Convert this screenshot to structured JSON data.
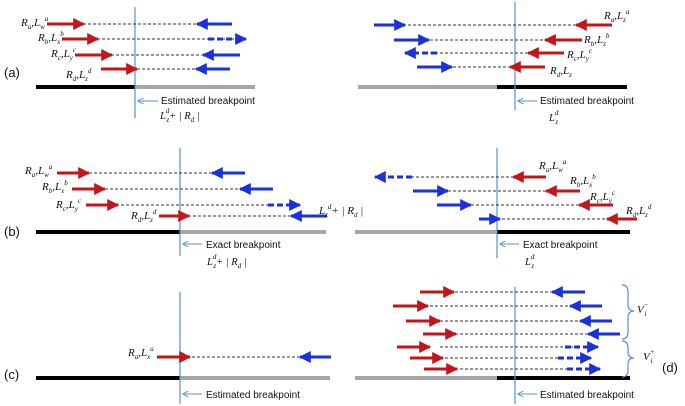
{
  "panels": {
    "a": "(a)",
    "b": "(b)",
    "c": "(c)",
    "d": "(d)"
  },
  "labels": {
    "Ra": "R",
    "Ra_sub": "a",
    "Rb": "R",
    "Rb_sub": "b",
    "Rc": "R",
    "Rc_sub": "c",
    "Rd": "R",
    "Rd_sub": "d",
    "L": "L",
    "Lw_sub": "w",
    "Lx_sub": "x",
    "Ly_sub": "y",
    "Lz_sub": "z",
    "sup_a": "a",
    "sup_b": "b",
    "sup_c": "c",
    "sup_d": "d",
    "comma": ","
  },
  "annotations": {
    "estimated": "Estimated breakpoint",
    "exact": "Exact breakpoint",
    "formula_a_left": "L",
    "formula_a_left_sup": "d",
    "formula_a_left_sub": "z",
    "formula_a_left_rest": "+ | R",
    "formula_a_left_rsub": "d",
    "formula_a_left_end": " |",
    "formula_b_right_tail": "+ | R",
    "vminus": "V",
    "vminus_sup": "−",
    "vminus_sub": "i",
    "vplus": "V",
    "vplus_sup": "+",
    "vplus_sub": "i"
  },
  "colors": {
    "red": "#c0161c",
    "blue": "#1a32d8",
    "vline": "#5b8fd0",
    "black": "#000000",
    "gray": "#a6a6a6",
    "dash": "#333333"
  }
}
